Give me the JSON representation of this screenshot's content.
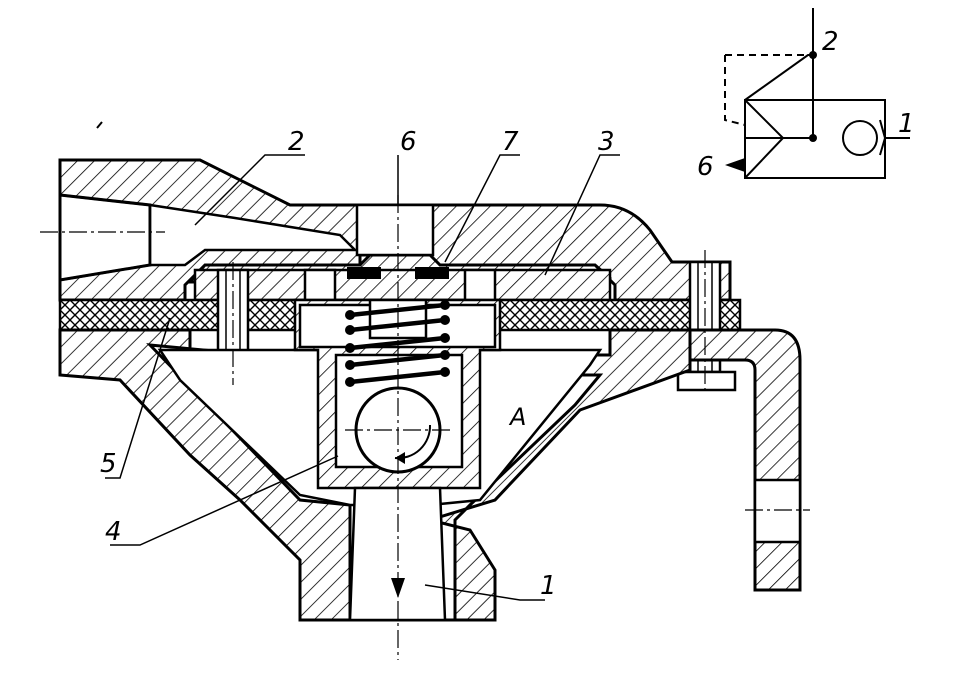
{
  "labels": {
    "l2_main": "2",
    "l6_main": "6",
    "l7_main": "7",
    "l3_main": "3",
    "l5_main": "5",
    "l4_main": "4",
    "l1_main": "1",
    "lA": "A",
    "s2": "2",
    "s1": "1",
    "s6": "6"
  },
  "colors": {
    "ink": "#000000",
    "paper": "#ffffff"
  }
}
